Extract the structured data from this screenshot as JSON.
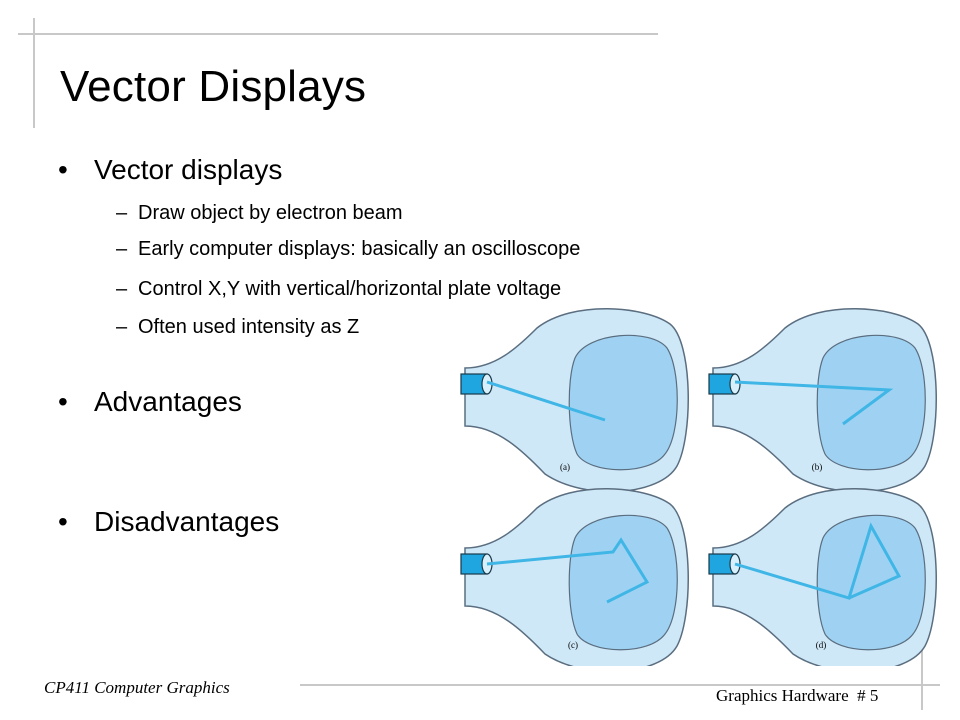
{
  "slide": {
    "title": "Vector Displays",
    "bullets": [
      {
        "text": "Vector displays",
        "subitems": [
          "Draw object by electron beam",
          "Early computer displays: basically an oscilloscope",
          "Control X,Y with vertical/horizontal plate voltage",
          "Often used intensity as Z"
        ]
      },
      {
        "text": "Advantages",
        "subitems": []
      },
      {
        "text": "Disadvantages",
        "subitems": []
      }
    ],
    "figure": {
      "captions": [
        "(a)",
        "(b)",
        "(c)",
        "(d)"
      ],
      "colors": {
        "tube": "#cfe8f8",
        "screen": "#9fd2f2",
        "outline": "#5a6e80",
        "beam": "#3fb6e6",
        "gun": "#1fa6e0"
      }
    },
    "footer": {
      "course": "CP411 Computer Graphics",
      "section": "Graphics Hardware",
      "page": "# 5"
    }
  }
}
